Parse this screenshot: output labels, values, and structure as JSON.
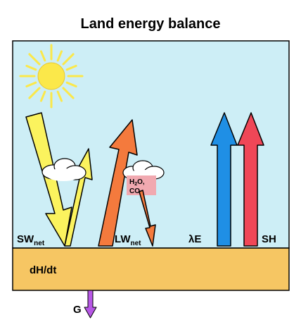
{
  "title": "Land energy balance",
  "labels": {
    "sw_main": "SW",
    "sw_sub": "net",
    "lw_main": "LW",
    "lw_sub": "net",
    "latent": "λE",
    "sensible": "SH",
    "storage": "dH/dt",
    "ground": "G",
    "gas_line1_h": "H",
    "gas_line1_sub": "2",
    "gas_line1_rest": "O,",
    "gas_line2_co": "CO",
    "gas_line2_sub": "2"
  },
  "colors": {
    "sky": "#cdeef6",
    "ground": "#f6c663",
    "sun": "#fbe84a",
    "shortwave": "#fbf35e",
    "longwave": "#f47a3d",
    "latent_heat": "#1f8fe5",
    "sensible_heat": "#ef4757",
    "ground_flux": "#b757e6",
    "gas_box": "#f1a9b0",
    "cloud": "#ffffff"
  },
  "icons": [
    "sun-icon",
    "cloud-icon"
  ]
}
